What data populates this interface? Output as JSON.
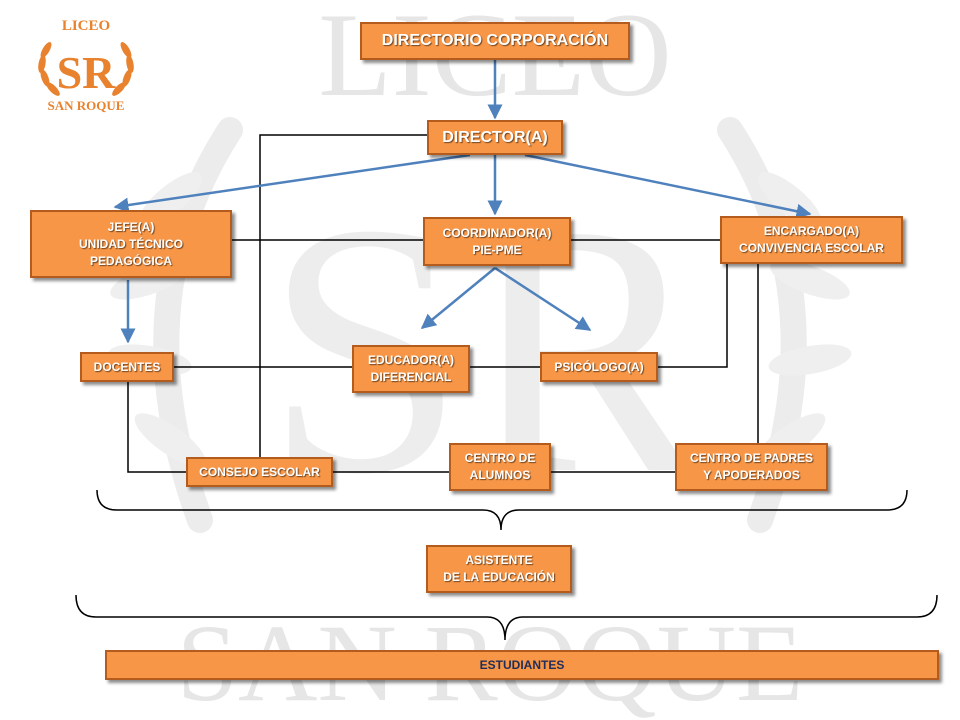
{
  "logo": {
    "top_text": "LICEO",
    "monogram": "SR",
    "bottom_text": "SAN ROQUE"
  },
  "watermark": {
    "top_text": "LICEO",
    "monogram": "SR",
    "bottom_text": "SAN ROQUE"
  },
  "nodes": {
    "directorio": "DIRECTORIO CORPORACIÓN",
    "director": "DIRECTOR(A)",
    "jefe_utp": "JEFE(A)\nUNIDAD TÉCNICO\nPEDAGÓGICA",
    "coordinador": "COORDINADOR(A)\nPIE-PME",
    "encargado": "ENCARGADO(A)\nCONVIVENCIA ESCOLAR",
    "docentes": "DOCENTES",
    "educador": "EDUCADOR(A)\nDIFERENCIAL",
    "psicologo": "PSICÓLOGO(A)",
    "consejo": "CONSEJO ESCOLAR",
    "centro_alumnos": "CENTRO DE\nALUMNOS",
    "centro_padres": "CENTRO DE PADRES\nY APODERADOS",
    "asistente": "ASISTENTE\nDE LA EDUCACIÓN",
    "estudiantes": "ESTUDIANTES"
  },
  "colors": {
    "box_fill": "#f79646",
    "box_border": "#b35c1e",
    "arrow": "#4f81bd",
    "connector": "#000000",
    "watermark": "#e4e4e4",
    "logo_orange": "#e8822e"
  },
  "edges": [
    {
      "from": "directorio",
      "to": "director",
      "kind": "arrow"
    },
    {
      "from": "director",
      "to": "jefe_utp",
      "kind": "arrow"
    },
    {
      "from": "director",
      "to": "coordinador",
      "kind": "arrow"
    },
    {
      "from": "director",
      "to": "encargado",
      "kind": "arrow"
    },
    {
      "from": "jefe_utp",
      "to": "docentes",
      "kind": "arrow"
    },
    {
      "from": "coordinador",
      "to": "educador",
      "kind": "arrow"
    },
    {
      "from": "coordinador",
      "to": "psicologo",
      "kind": "arrow"
    },
    {
      "from": "director",
      "to": "consejo",
      "kind": "line"
    },
    {
      "from": "jefe_utp",
      "to": "coordinador",
      "kind": "line"
    },
    {
      "from": "coordinador",
      "to": "encargado",
      "kind": "line"
    },
    {
      "from": "docentes",
      "to": "educador",
      "kind": "line"
    },
    {
      "from": "educador",
      "to": "psicologo",
      "kind": "line"
    },
    {
      "from": "psicologo",
      "to": "encargado",
      "kind": "line"
    },
    {
      "from": "encargado",
      "to": "centro_padres",
      "kind": "line"
    },
    {
      "from": "docentes",
      "to": "consejo",
      "kind": "line"
    },
    {
      "from": "consejo",
      "to": "centro_alumnos",
      "kind": "line"
    },
    {
      "from": "centro_alumnos",
      "to": "centro_padres",
      "kind": "line"
    },
    {
      "from": "group_upper",
      "to": "asistente",
      "kind": "brace"
    },
    {
      "from": "group_all",
      "to": "estudiantes",
      "kind": "brace"
    }
  ]
}
